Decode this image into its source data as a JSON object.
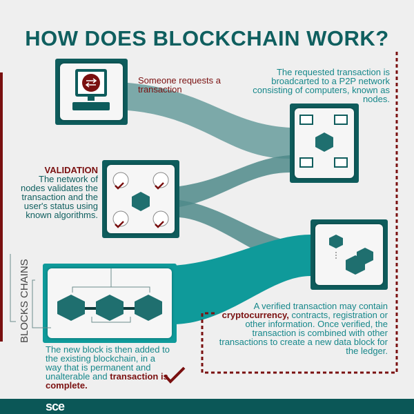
{
  "title": "HOW DOES BLOCKCHAIN WORK?",
  "steps": {
    "request": "Someone requests a transaction",
    "broadcast": "The requested transaction is broadcarted to a P2P network consisting of computers, known as nodes.",
    "validation_heading": "VALIDATION",
    "validation": "The network of nodes validates the transaction and the user's status using known algorithms.",
    "verified_intro": "A verified transaction may contain",
    "verified_bold": "cryptocurrency,",
    "verified_rest": "contracts, registration or other information. Once verified, the transaction is combined with other transactions to create a new data block for the ledger.",
    "complete": "The new block is then added to the existing blockchain, in a way that is permanent and unalterable and",
    "complete_bold": "transaction is complete."
  },
  "labels": {
    "blocks": "BLOCKS",
    "chains": "CHAINS"
  },
  "footer": {
    "logo": "sce"
  },
  "colors": {
    "teal_dark": "#0e5c5c",
    "teal": "#0f9a9a",
    "maroon": "#7a1010"
  }
}
